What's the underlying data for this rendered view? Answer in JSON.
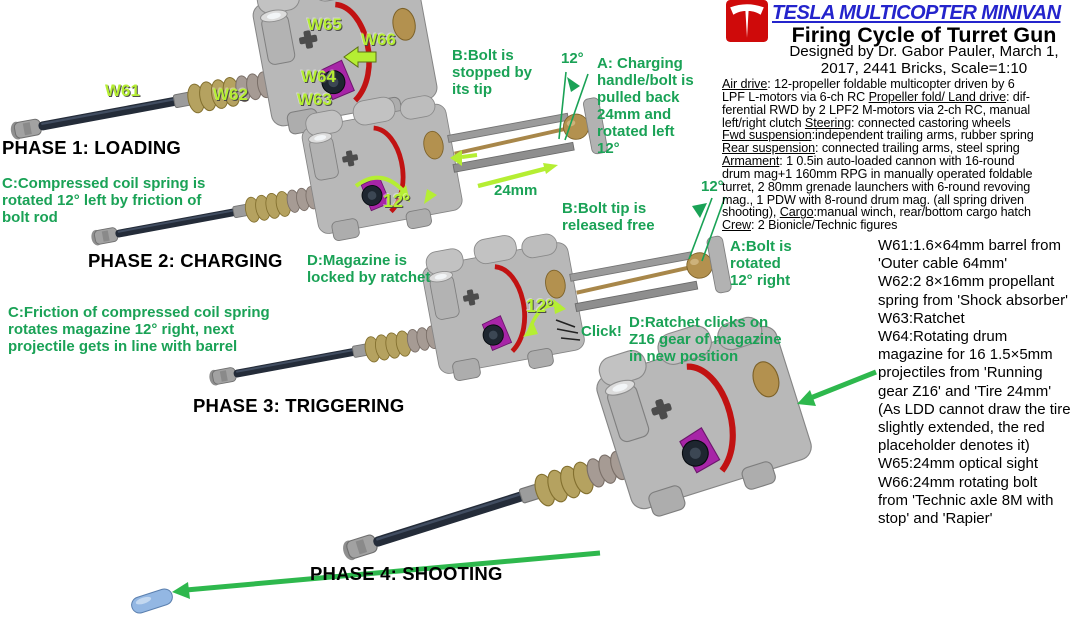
{
  "colors": {
    "background": "#ffffff",
    "annotation_green": "#1aa256",
    "label_greenyellow": "#b5ee33",
    "arrow_green": "#2eb84d",
    "brand_blue": "#2424cc",
    "logo_red": "#cf0a0a",
    "text_black": "#000000",
    "barrel_dark": "#242c39",
    "body_gray": "#b8b8b8",
    "hose_red": "#c11212",
    "magazine_magenta": "#a725a7",
    "brass_tan": "#b3914f",
    "projectile_blue": "#93b7e3"
  },
  "header": {
    "brand": "TESLA MULTICOPTER MINIVAN",
    "title": "Firing Cycle of Turret Gun",
    "designed": "Designed by Dr. Gabor Pauler, March 1,\n2017, 2441 Bricks, Scale=1:10"
  },
  "specs": {
    "lines": [
      [
        {
          "t": "Air drive",
          "u": true
        },
        {
          "t": ": 12-propeller foldable multicopter driven by 6"
        }
      ],
      [
        {
          "t": "LPF L-motors via 6-ch RC "
        },
        {
          "t": "Propeller fold/ Land drive",
          "u": true
        },
        {
          "t": ": dif-"
        }
      ],
      [
        {
          "t": "ferential RWD by 2 LPF2 M-motors via 2-ch RC, manual"
        }
      ],
      [
        {
          "t": "left/right clutch "
        },
        {
          "t": "Steering",
          "u": true
        },
        {
          "t": ": connected castoring wheels"
        }
      ],
      [
        {
          "t": "Fwd suspension",
          "u": true
        },
        {
          "t": ":independent trailing arms, rubber spring"
        }
      ],
      [
        {
          "t": "Rear suspension",
          "u": true
        },
        {
          "t": ": connected trailing arms, steel spring"
        }
      ],
      [
        {
          "t": "Armament",
          "u": true
        },
        {
          "t": ": 1 0.5in auto-loaded cannon with 16-round"
        }
      ],
      [
        {
          "t": "drum mag+1 160mm RPG in manually operated foldable"
        }
      ],
      [
        {
          "t": "turret, 2 80mm grenade launchers with 6-round revoving"
        }
      ],
      [
        {
          "t": "mag., 1 PDW with 8-round drum mag. (all spring driven"
        }
      ],
      [
        {
          "t": "shooting), "
        },
        {
          "t": "Cargo",
          "u": true
        },
        {
          "t": ":manual winch, rear/bottom cargo hatch"
        }
      ],
      [
        {
          "t": "Crew",
          "u": true
        },
        {
          "t": ": 2 Bionicle/Technic figures"
        }
      ]
    ]
  },
  "legend": {
    "text": "W61:1.6×64mm barrel from\n'Outer cable 64mm'\nW62:2 8×16mm propellant\nspring from 'Shock absorber'\nW63:Ratchet\nW64:Rotating drum\nmagazine for 16 1.5×5mm\nprojectiles from 'Running\ngear Z16' and 'Tire 24mm'\n(As LDD cannot draw the tire\nslightly extended, the red\nplaceholder denotes it)\nW65:24mm optical sight\nW66:24mm rotating bolt\nfrom 'Technic axle 8M with\nstop' and 'Rapier'"
  },
  "phases": {
    "p1": "PHASE 1: LOADING",
    "p2": "PHASE 2: CHARGING",
    "p3": "PHASE 3: TRIGGERING",
    "p4": "PHASE 4: SHOOTING"
  },
  "part_labels": {
    "w61": "W61",
    "w62": "W62",
    "w63": "W63",
    "w64": "W64",
    "w65": "W65",
    "w66": "W66"
  },
  "annotations": {
    "b_stopped": "B:Bolt is\nstopped by\nits tip",
    "deg12_handle": "12°",
    "a_charging": "A: Charging\nhandle/bolt is\npulled back\n24mm and\nrotated left\n12°",
    "len24": "24mm",
    "c_rotated": "C:Compressed coil spring is\nrotated 12° left by friction of\nbolt rod",
    "d_locked": "D:Magazine is\nlocked by ratchet",
    "deg12_mag2": "12°",
    "b_released": "B:Bolt tip is\nreleased free",
    "deg12_bolt": "12°",
    "a_rotated": "A:Bolt is\nrotated\n12° right",
    "deg12_mag3": "12°",
    "click": "Click!",
    "d_ratchet": "D:Ratchet clicks on\nZ16 gear of magazine\nin new position",
    "c_friction": "C:Friction of compressed coil spring\nrotates magazine 12° right, next\nprojectile gets in line with barrel"
  }
}
